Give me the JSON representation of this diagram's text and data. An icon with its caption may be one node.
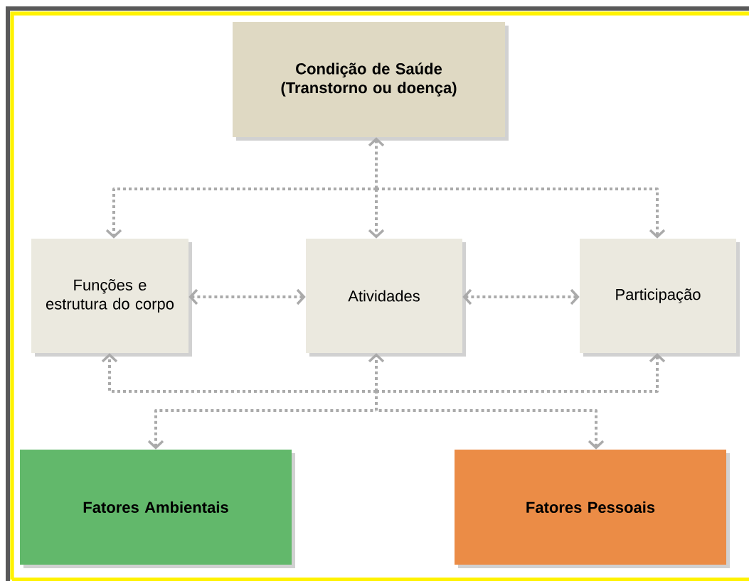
{
  "diagram": {
    "nodes": [
      {
        "text": [
          "Condição de Saúde (Transtorno ou doença)"
        ]
      },
      {
        "text": [
          "Funções e estrutura do corpo"
        ]
      },
      {
        "text": [
          "Atividades"
        ]
      },
      {
        "text": [
          "Participação"
        ]
      },
      {
        "text": [
          "Fatores Ambientais"
        ]
      },
      {
        "text": [
          "Fatores Pessoais"
        ]
      }
    ],
    "edges": [
      {
        "from": 0,
        "to": 1,
        "arrow": "both"
      },
      {
        "from": 0,
        "to": 2,
        "arrow": "both"
      },
      {
        "from": 0,
        "to": 3,
        "arrow": "both"
      },
      {
        "from": 1,
        "to": 2,
        "arrow": "both"
      },
      {
        "from": 2,
        "to": 3,
        "arrow": "both"
      },
      {
        "from": 4,
        "to": 1,
        "arrow": "both"
      },
      {
        "from": 4,
        "to": 2,
        "arrow": "both"
      },
      {
        "from": 4,
        "to": 3,
        "arrow": "both"
      },
      {
        "from": 5,
        "to": 1,
        "arrow": "both"
      },
      {
        "from": 5,
        "to": 2,
        "arrow": "both"
      },
      {
        "from": 5,
        "to": 3,
        "arrow": "both"
      }
    ]
  }
}
